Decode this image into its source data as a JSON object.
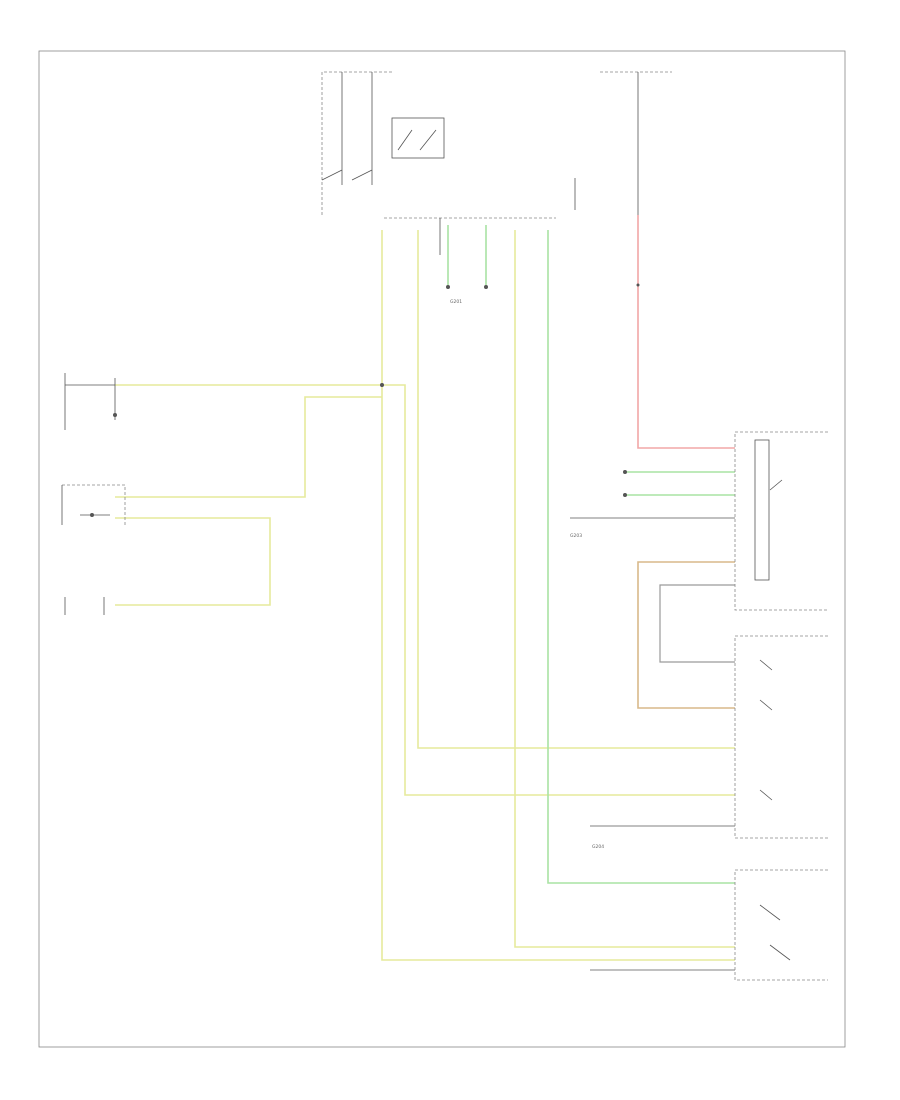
{
  "footer": {
    "code": ""
  },
  "labels": {
    "ground_a": "G201",
    "ground_b": "G203",
    "ground_c": "G204"
  },
  "colors": {
    "yellow_wire": "#e6ea9c",
    "green_wire": "#a9e3a3",
    "red_wire": "#f2a7a7",
    "brown_wire": "#d8b98a",
    "gray_wire": "#9a9a9a"
  }
}
